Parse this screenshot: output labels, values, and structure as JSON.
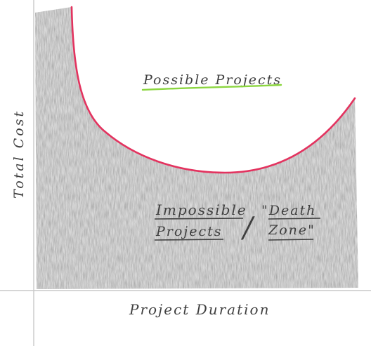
{
  "diagram": {
    "y_axis_label": "Total Cost",
    "x_axis_label": "Project Duration",
    "upper_region_label": "Possible Projects",
    "lower_region_label": {
      "line1_left": "Impossible",
      "line2_left": "Projects",
      "separator": "/",
      "line1_right": "\"Death",
      "line2_right": "Zone\""
    }
  },
  "colors": {
    "curve": "#e3335f",
    "highlight_underline": "#8bd63f",
    "shaded_region": "#d9d9d9",
    "axis": "#c9c9c9",
    "text": "#3f3f3f"
  }
}
